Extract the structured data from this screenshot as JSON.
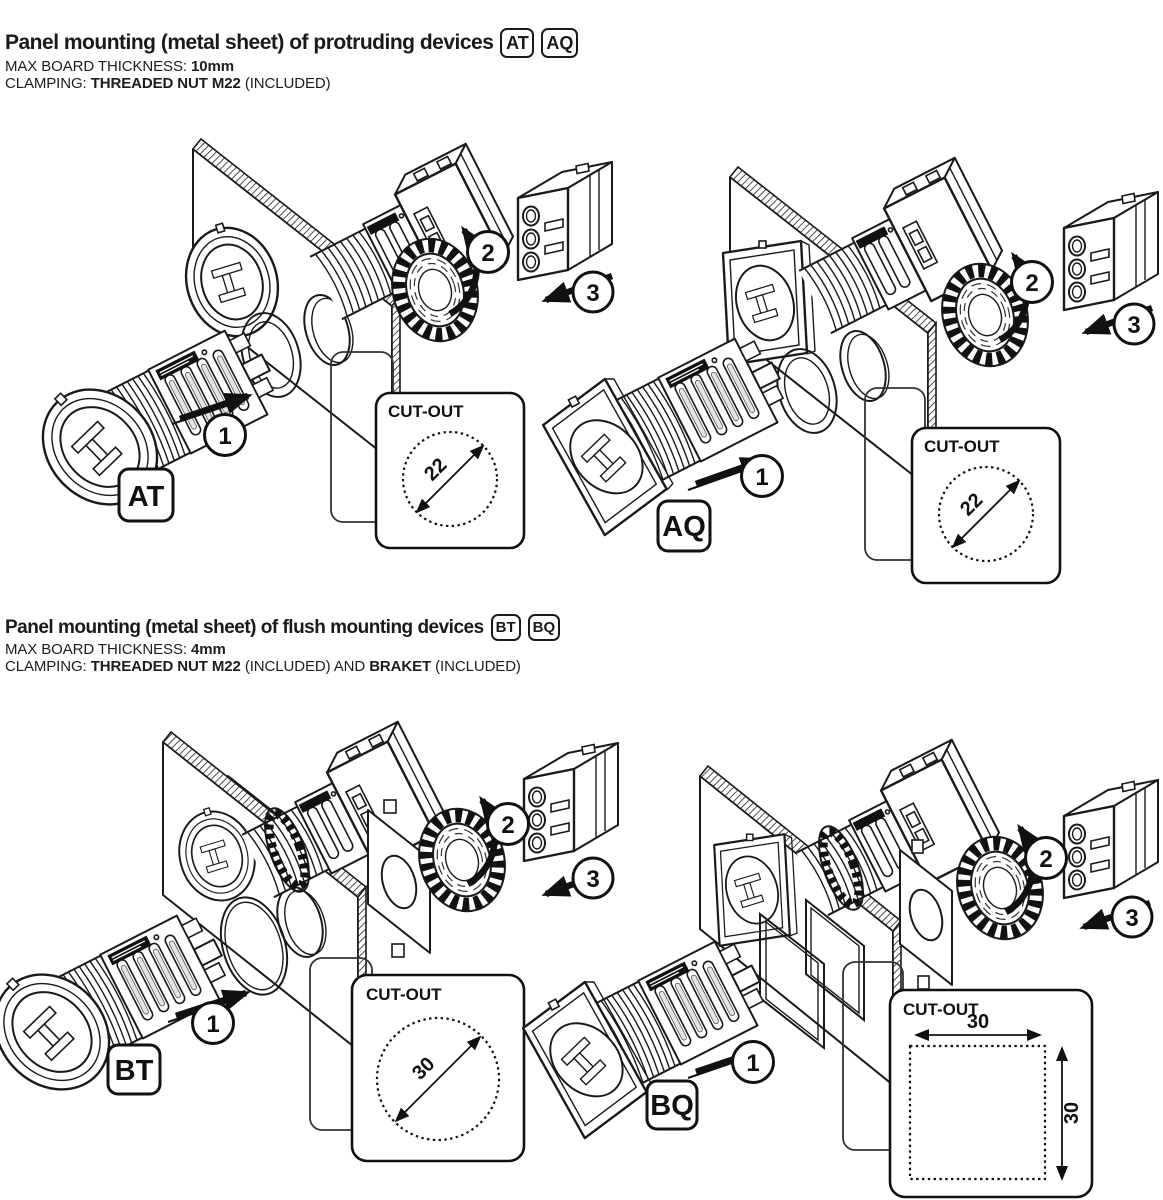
{
  "theme": {
    "ink": "#1a1a1a",
    "background": "#ffffff"
  },
  "sections": {
    "protruding": {
      "title": "Panel mounting (metal sheet) of protruding devices",
      "badges": [
        "AT",
        "AQ"
      ],
      "specs": [
        {
          "segments": [
            {
              "text": "MAX BOARD THICKNESS: ",
              "bold": false
            },
            {
              "text": "10mm",
              "bold": true
            }
          ]
        },
        {
          "segments": [
            {
              "text": "CLAMPING: ",
              "bold": false
            },
            {
              "text": "THREADED NUT M22",
              "bold": true
            },
            {
              "text": " (INCLUDED)",
              "bold": false
            }
          ]
        }
      ]
    },
    "flush": {
      "title": "Panel mounting (metal sheet) of flush mounting devices",
      "badges": [
        "BT",
        "BQ"
      ],
      "specs": [
        {
          "segments": [
            {
              "text": "MAX BOARD THICKNESS: ",
              "bold": false
            },
            {
              "text": "4mm",
              "bold": true
            }
          ]
        },
        {
          "segments": [
            {
              "text": "CLAMPING: ",
              "bold": false
            },
            {
              "text": "THREADED NUT M22",
              "bold": true
            },
            {
              "text": " (INCLUDED) AND ",
              "bold": false
            },
            {
              "text": "BRAKET",
              "bold": true
            },
            {
              "text": " (INCLUDED)",
              "bold": false
            }
          ]
        }
      ]
    }
  },
  "diagrams": {
    "at": {
      "label": "AT",
      "step1": "1",
      "step2": "2",
      "step3": "3",
      "cutout_title": "CUT-OUT",
      "cutout_shape": "circle",
      "cutout_dim": "22"
    },
    "aq": {
      "label": "AQ",
      "step1": "1",
      "step2": "2",
      "step3": "3",
      "cutout_title": "CUT-OUT",
      "cutout_shape": "circle",
      "cutout_dim": "22"
    },
    "bt": {
      "label": "BT",
      "step1": "1",
      "step2": "2",
      "step3": "3",
      "cutout_title": "CUT-OUT",
      "cutout_shape": "circle",
      "cutout_dim": "30"
    },
    "bq": {
      "label": "BQ",
      "step1": "1",
      "step2": "2",
      "step3": "3",
      "cutout_title": "CUT-OUT",
      "cutout_shape": "square",
      "cutout_w": "30",
      "cutout_h": "30"
    }
  }
}
